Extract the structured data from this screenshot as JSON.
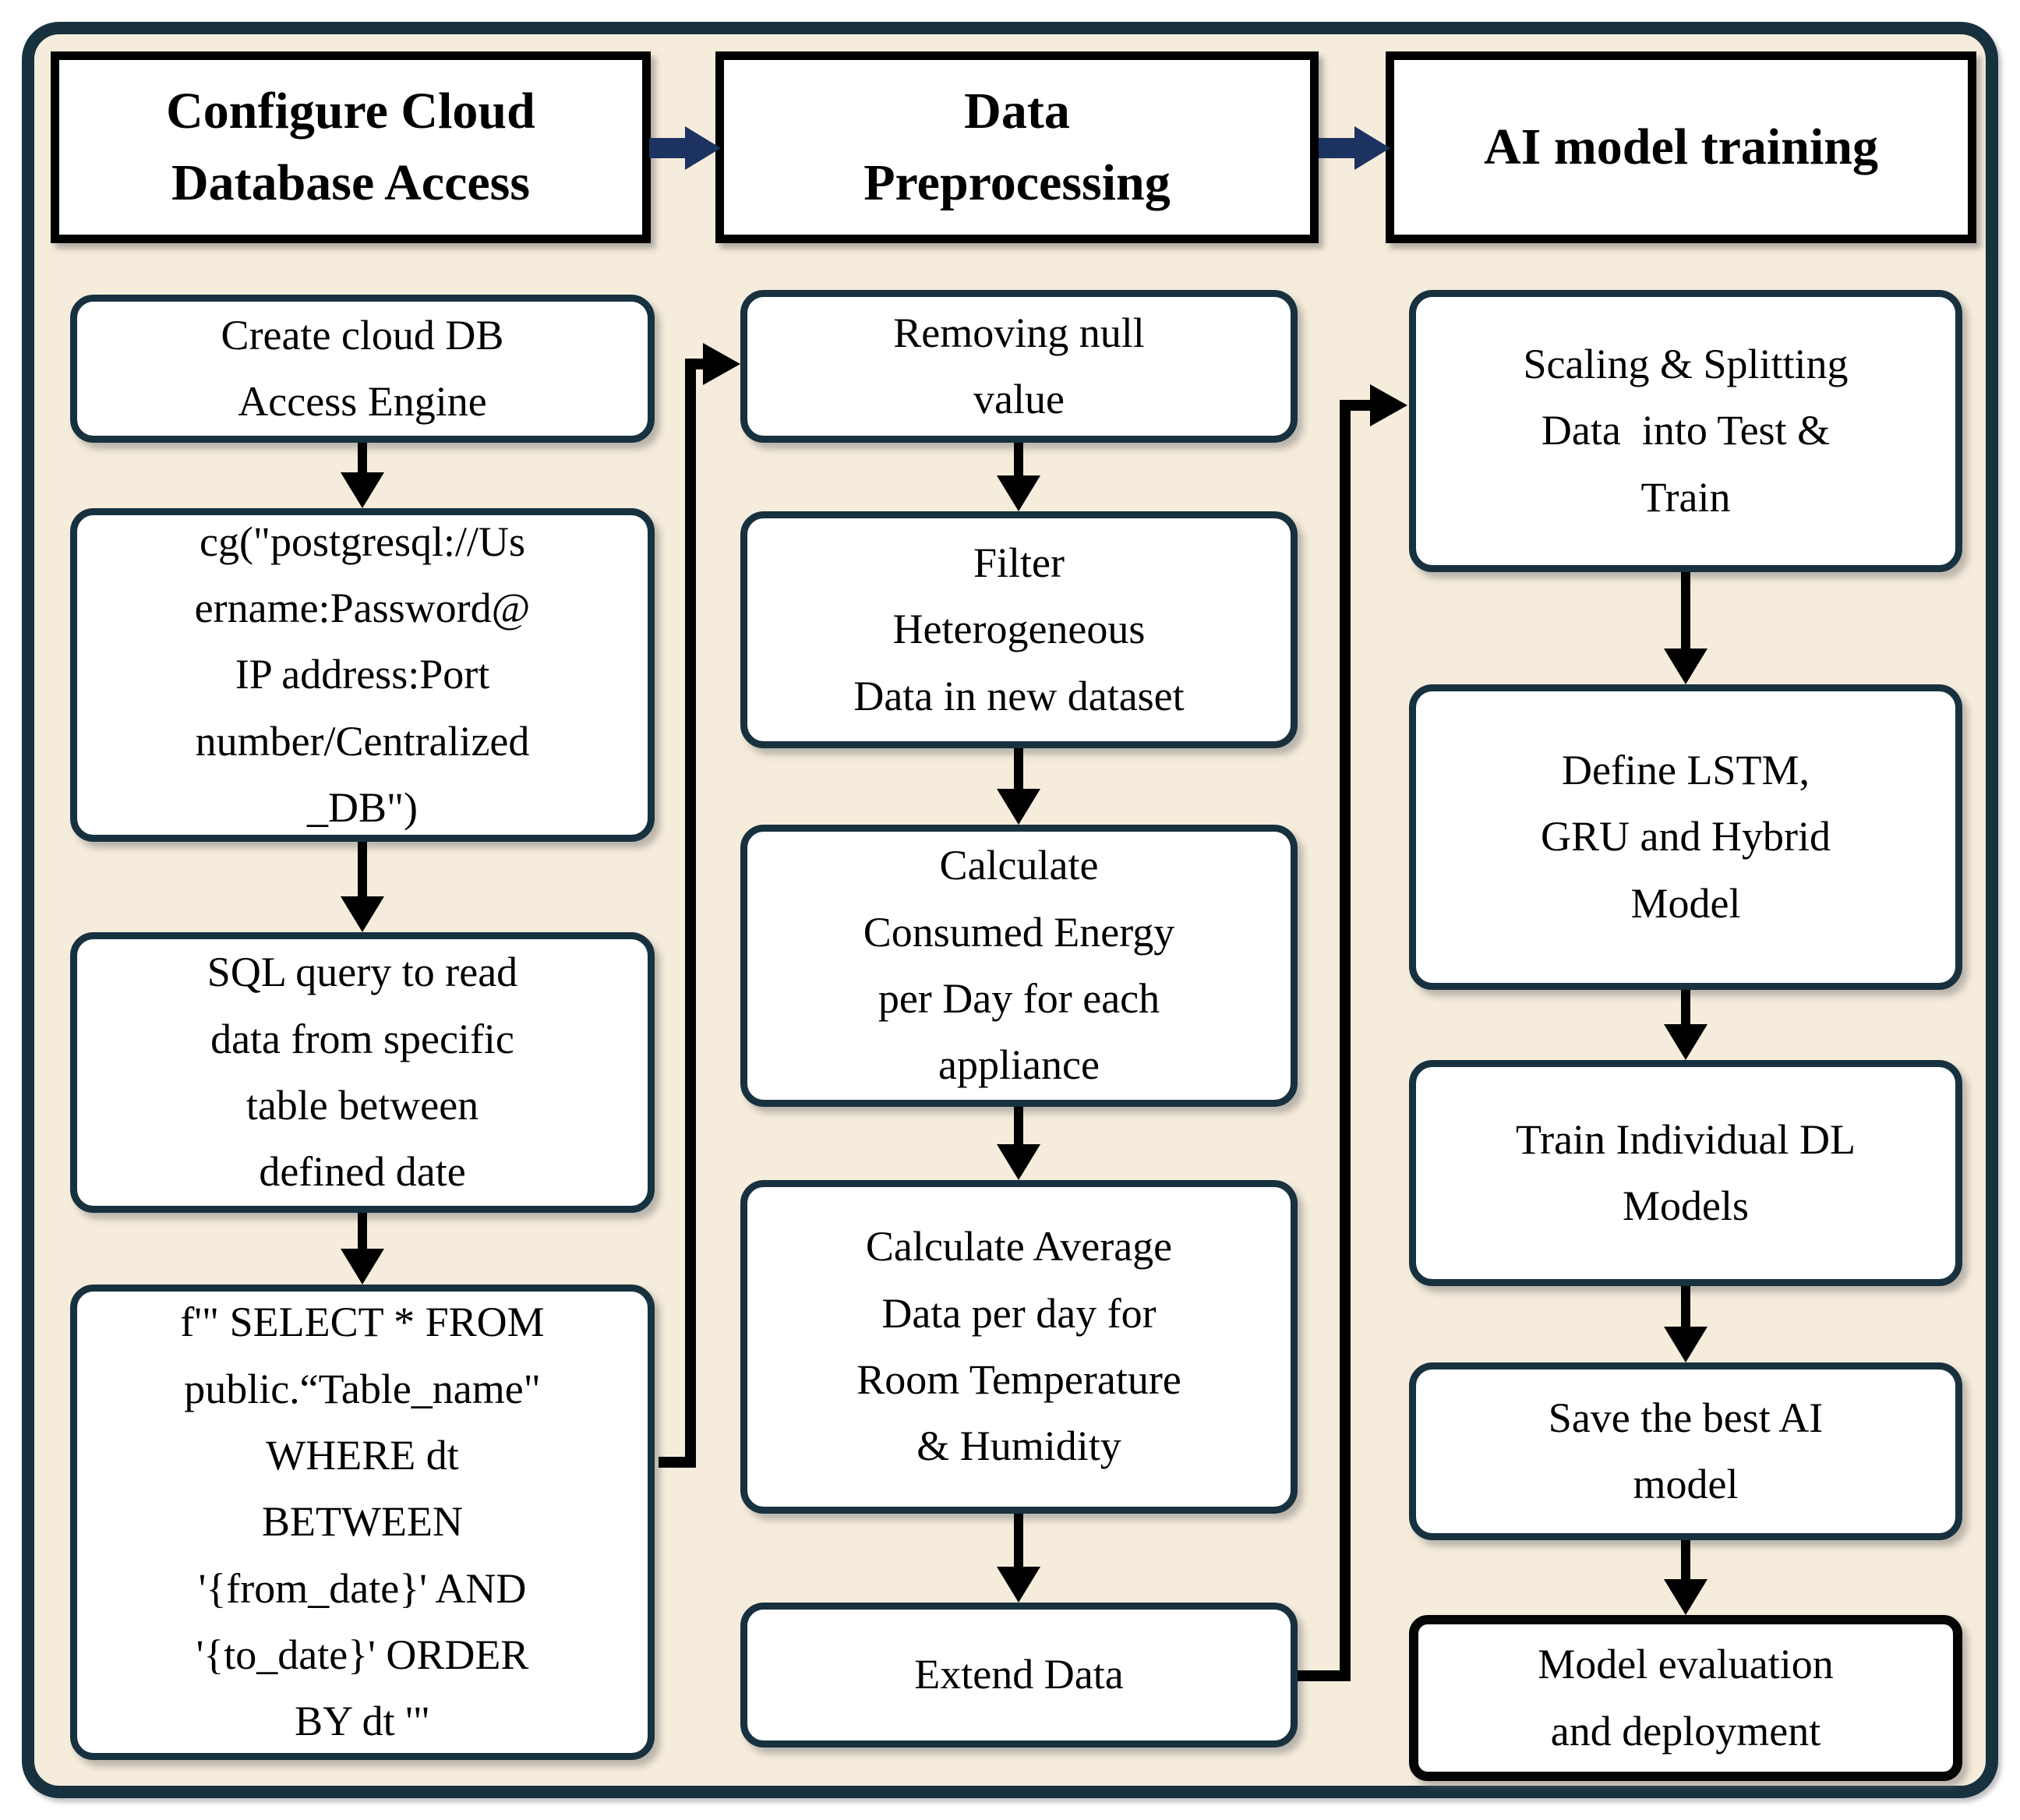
{
  "palette": {
    "background": "#f6ecdc",
    "outer_border": "#17313f",
    "box_border": "#17313f",
    "header_border": "#000000",
    "final_box_border": "#050505",
    "flow_arrow": "#1c3361",
    "connector": "#000000",
    "text": "#000000",
    "box_fill": "#ffffff"
  },
  "columns": [
    {
      "header": {
        "text": "Configure Cloud\nDatabase Access"
      },
      "boxes": [
        {
          "text": "Create cloud DB\nAccess Engine"
        },
        {
          "text": "cg(\"postgresql://Us\nername:Password@\nIP address:Port\nnumber/Centralized\n_DB\")"
        },
        {
          "text": "SQL query to read\ndata from specific\ntable between\ndefined date"
        },
        {
          "text": "f'\" SELECT * FROM\npublic.“Table_name\"\nWHERE dt\nBETWEEN\n'{from_date}' AND\n'{to_date}' ORDER\nBY dt '\""
        }
      ]
    },
    {
      "header": {
        "text": "Data\nPreprocessing"
      },
      "boxes": [
        {
          "text": "Removing null\nvalue"
        },
        {
          "text": "Filter\nHeterogeneous\nData in new dataset"
        },
        {
          "text": "Calculate\nConsumed Energy\nper Day for each\nappliance"
        },
        {
          "text": "Calculate Average\nData per day for\nRoom Temperature\n& Humidity"
        },
        {
          "text": "Extend Data"
        }
      ]
    },
    {
      "header": {
        "text": "AI model training"
      },
      "boxes": [
        {
          "text": "Scaling & Splitting\nData  into Test &\nTrain"
        },
        {
          "text": "Define LSTM,\nGRU and Hybrid\nModel"
        },
        {
          "text": "Train Individual DL\nModels"
        },
        {
          "text": "Save the best AI\nmodel"
        },
        {
          "text": "Model evaluation\nand deployment"
        }
      ]
    }
  ]
}
